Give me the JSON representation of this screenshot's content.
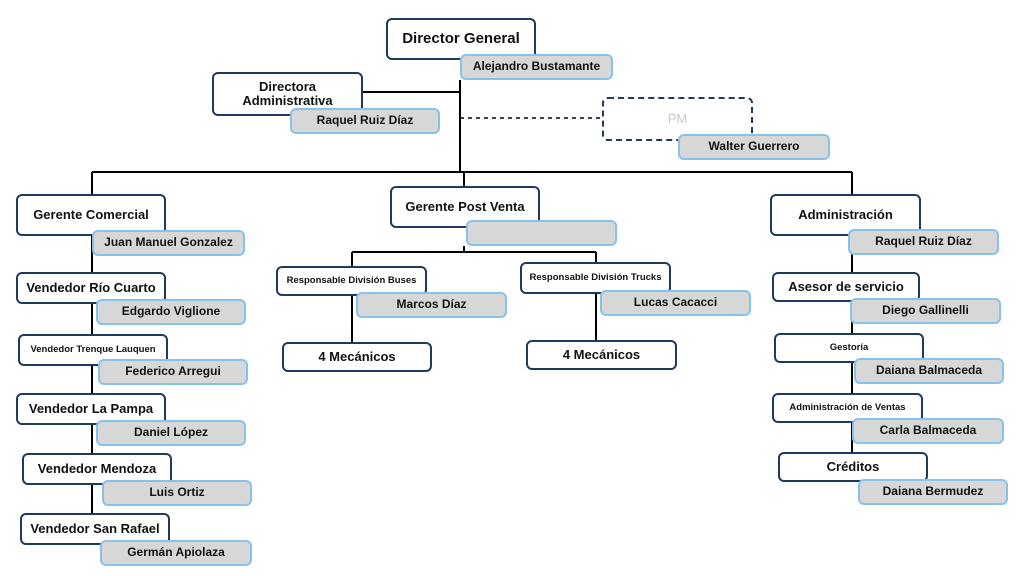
{
  "director": {
    "title": "Director General",
    "name": "Alejandro Bustamante"
  },
  "admin_director": {
    "title": "Directora Administrativa",
    "name": "Raquel Ruiz Díaz"
  },
  "pm": {
    "title": "PM",
    "name": "Walter Guerrero"
  },
  "comercial": {
    "title": "Gerente Comercial",
    "name": "Juan Manuel Gonzalez",
    "items": [
      {
        "title": "Vendedor Río Cuarto",
        "name": "Edgardo Viglione"
      },
      {
        "title": "Vendedor Trenque Lauquen",
        "name": "Federico Arregui"
      },
      {
        "title": "Vendedor La Pampa",
        "name": "Daniel López"
      },
      {
        "title": "Vendedor Mendoza",
        "name": "Luis Ortiz"
      },
      {
        "title": "Vendedor San Rafael",
        "name": "Germán Apiolaza"
      }
    ]
  },
  "postventa": {
    "title": "Gerente Post Venta",
    "name": "",
    "buses": {
      "title": "Responsable División Buses",
      "name": "Marcos Díaz",
      "team": "4 Mecánicos"
    },
    "trucks": {
      "title": "Responsable División Trucks",
      "name": "Lucas Cacacci",
      "team": "4 Mecánicos"
    }
  },
  "administracion": {
    "title": "Administración",
    "name": "Raquel Ruiz Díaz",
    "items": [
      {
        "title": "Asesor de servicio",
        "name": "Diego Gallinelli"
      },
      {
        "title": "Gestoría",
        "name": "Daiana Balmaceda"
      },
      {
        "title": "Administración de Ventas",
        "name": "Carla Balmaceda"
      },
      {
        "title": "Créditos",
        "name": "Daiana Bermudez"
      }
    ]
  },
  "colors": {
    "border": "#1e3a5c",
    "name_fill": "#d7d7d7",
    "name_border": "#87c2ea",
    "line": "#000000"
  }
}
